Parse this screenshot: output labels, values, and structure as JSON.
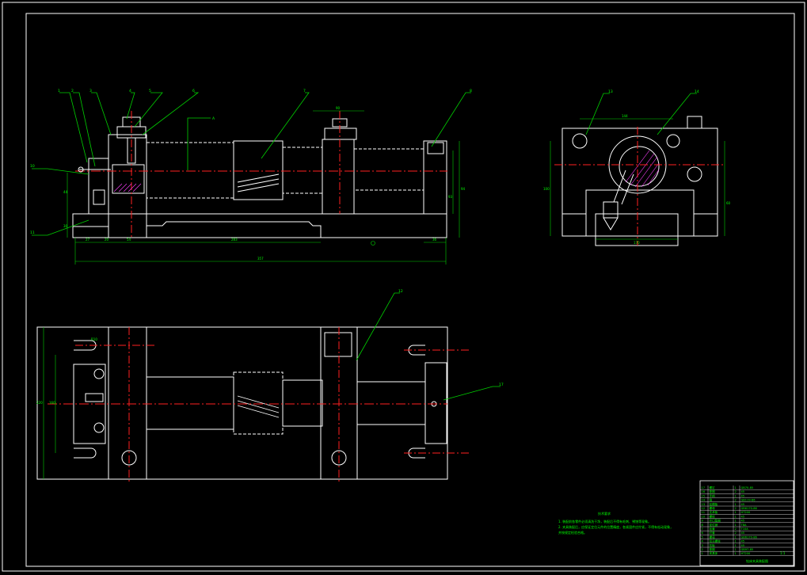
{
  "drawing": {
    "colors": {
      "background": "#000000",
      "outline": "#ffffff",
      "centerline": "#ff2020",
      "leader": "#00d000",
      "dimension": "#00d000",
      "hatch": "#ff40ff",
      "text": "#00ff00"
    },
    "front_view": {
      "part_numbers": [
        "1",
        "2",
        "3",
        "4",
        "5",
        "6",
        "7",
        "8",
        "10",
        "11"
      ],
      "section_tag": "A",
      "dimensions": {
        "overall": "357",
        "span_main": "283",
        "left_a": "27",
        "left_b": "20",
        "left_c": "54",
        "right_end": "36",
        "top_width": "90",
        "height_main": "94",
        "height_side": "93",
        "height_left": "44",
        "height_low": "30"
      }
    },
    "side_view": {
      "part_numbers": [
        "13",
        "14"
      ],
      "dimensions": {
        "top": "144",
        "bottom": "170",
        "height_left": "100",
        "height_right": "60"
      }
    },
    "top_view": {
      "part_numbers": [
        "12",
        "17"
      ],
      "dimensions": {
        "width": "220",
        "inner": "160",
        "side": "R10"
      }
    },
    "notes": {
      "title": "技术要求",
      "lines": [
        "1. 装配前各零件必须清洗干净，装配后不得有毛刺、锈蚀等现象。",
        "2. 夹具装配后，应保证定位元件的位置精度，各紧固件应拧紧，不得有松动现象，",
        "   并按规定检验合格。"
      ]
    },
    "title_block": {
      "rows": [
        [
          "17",
          "螺钉",
          "1",
          "GB70-85"
        ],
        [
          "16",
          "垫圈",
          "2",
          "45"
        ],
        [
          "15",
          "手柄",
          "1",
          "45"
        ],
        [
          "14",
          "销",
          "2",
          "GB119-86"
        ],
        [
          "13",
          "钻模板",
          "1",
          "45"
        ],
        [
          "12",
          "螺母",
          "2",
          "GB6170-86"
        ],
        [
          "11",
          "支承板",
          "1",
          "HT200"
        ],
        [
          "10",
          "螺栓",
          "1",
          "45"
        ],
        [
          "9",
          "开口垫圈",
          "1",
          "45"
        ],
        [
          "8",
          "定位销",
          "1",
          "T8A"
        ],
        [
          "7",
          "钻套",
          "2",
          "T10A"
        ],
        [
          "6",
          "衬套",
          "2",
          "45"
        ],
        [
          "5",
          "螺母",
          "1",
          "GB6170-86"
        ],
        [
          "4",
          "双头螺柱",
          "1",
          "45"
        ],
        [
          "3",
          "压板",
          "1",
          "45"
        ],
        [
          "2",
          "垫圈",
          "1",
          "GB97-85"
        ],
        [
          "1",
          "夹具体",
          "1",
          "HT200"
        ]
      ],
      "drawing_name": "钻床夹具装配图",
      "scale": "1:1"
    }
  }
}
